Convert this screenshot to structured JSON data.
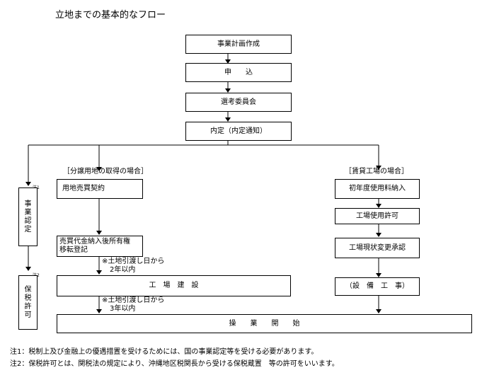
{
  "title": "立地までの基本的なフロー",
  "main_flow": [
    "事業計画作成",
    "申　　込",
    "選考委員会",
    "内定（内定通知）"
  ],
  "left_branch": {
    "header": "［分譲用地の取得の場合］",
    "contract": "用地売買契約",
    "payment_line1": "売買代金納入後所有権",
    "payment_line2": "移転登記",
    "note1_line1": "※土地引渡し日から",
    "note1_line2": "2年以内",
    "construction": "工　場　建　設",
    "note2_line1": "※土地引渡し日から",
    "note2_line2": "3年以内"
  },
  "right_branch": {
    "header": "［賃貸工場の場合］",
    "steps": [
      "初年度使用料納入",
      "工場使用許可",
      "工場現状変更承認",
      "（設　備　工　事）"
    ]
  },
  "side_column": {
    "approval": [
      "事",
      "業",
      "認",
      "定"
    ],
    "approval_tag": "注1",
    "permit": [
      "保",
      "税",
      "許",
      "可"
    ],
    "permit_tag": "注2"
  },
  "final_step": "操　　業　　開　　始",
  "footnotes": [
    "注1：税制上及び金融上の優遇措置を受けるためには、国の事業認定等を受ける必要があります。",
    "注2：保税許可とは、関税法の規定により、沖縄地区税関長から受ける保税蔵置　等の許可をいいます。"
  ]
}
